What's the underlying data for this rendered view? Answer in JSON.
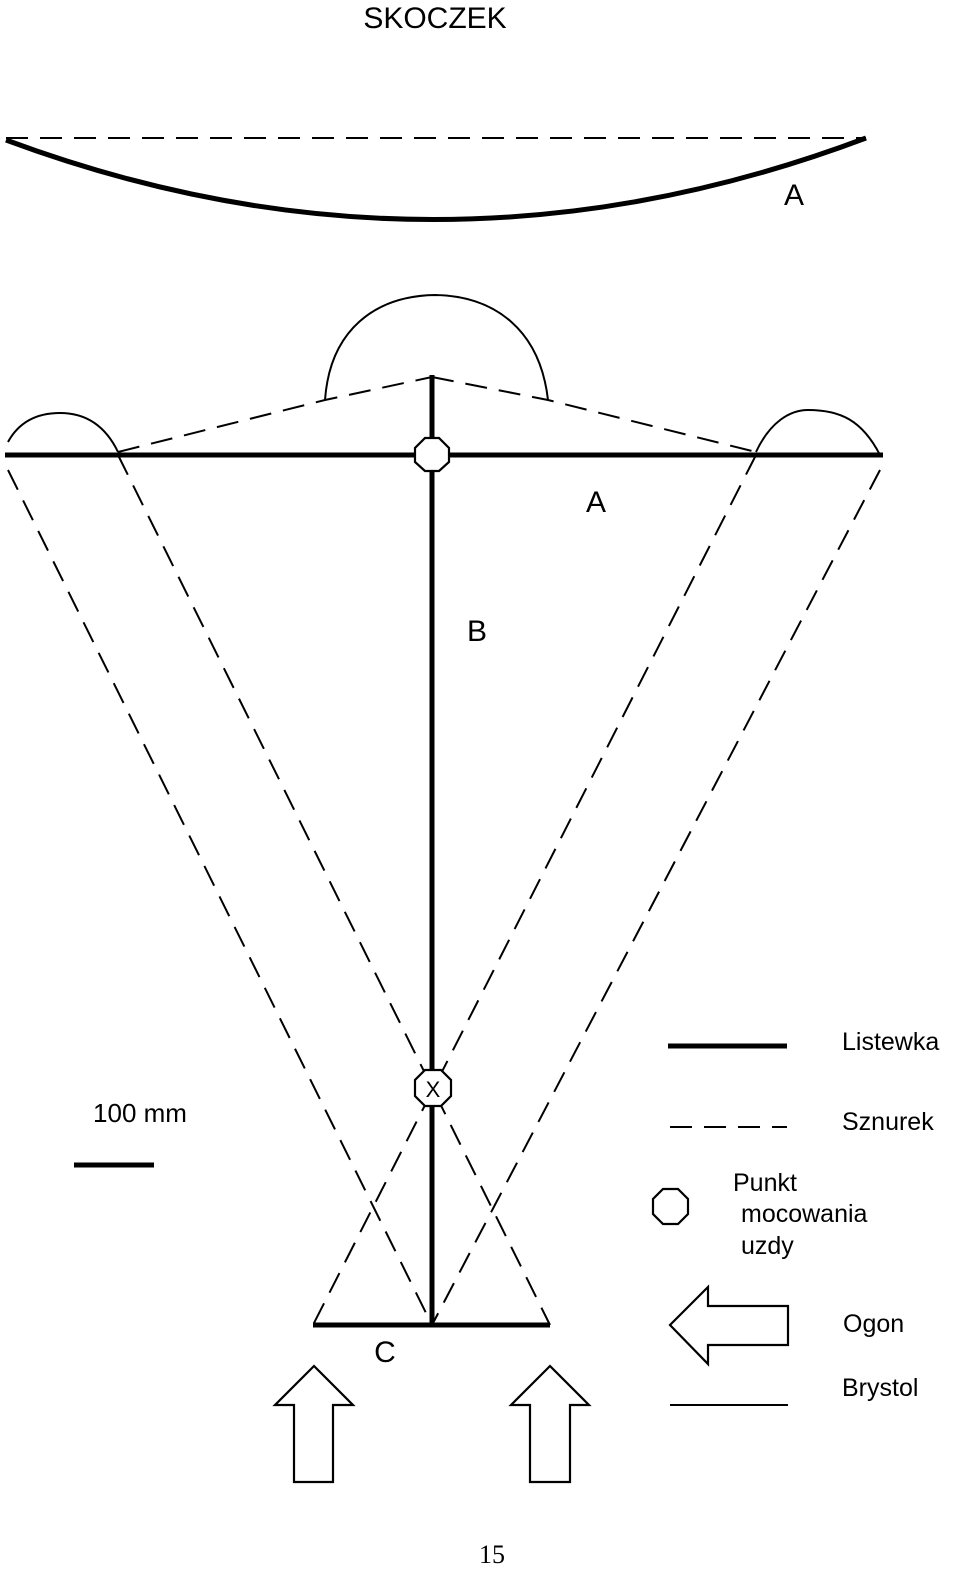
{
  "title": "SKOCZEK",
  "labels": {
    "top_a": "A",
    "mid_a": "A",
    "b": "B",
    "c": "C",
    "scale": "100 mm",
    "bridle_x": "X",
    "page_number": "15"
  },
  "legend": {
    "listewka": "Listewka",
    "sznurek": "Sznurek",
    "punkt_line1": "Punkt",
    "punkt_line2": "mocowania",
    "punkt_line3": "uzdy",
    "ogon": "Ogon",
    "brystol": "Brystol"
  },
  "colors": {
    "ink": "#000000",
    "background": "#ffffff"
  }
}
